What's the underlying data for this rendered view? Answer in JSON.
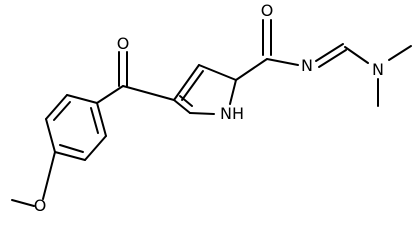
{
  "atoms": {
    "carbonyl_o_top": "O",
    "amide_o": "O",
    "imine_n": "N",
    "dimethyl_n": "N",
    "pyrrole_nh": "NH",
    "methoxy_o": "O"
  },
  "colors": {
    "bond": "#000000",
    "label": "#000000",
    "background": "#ffffff"
  }
}
